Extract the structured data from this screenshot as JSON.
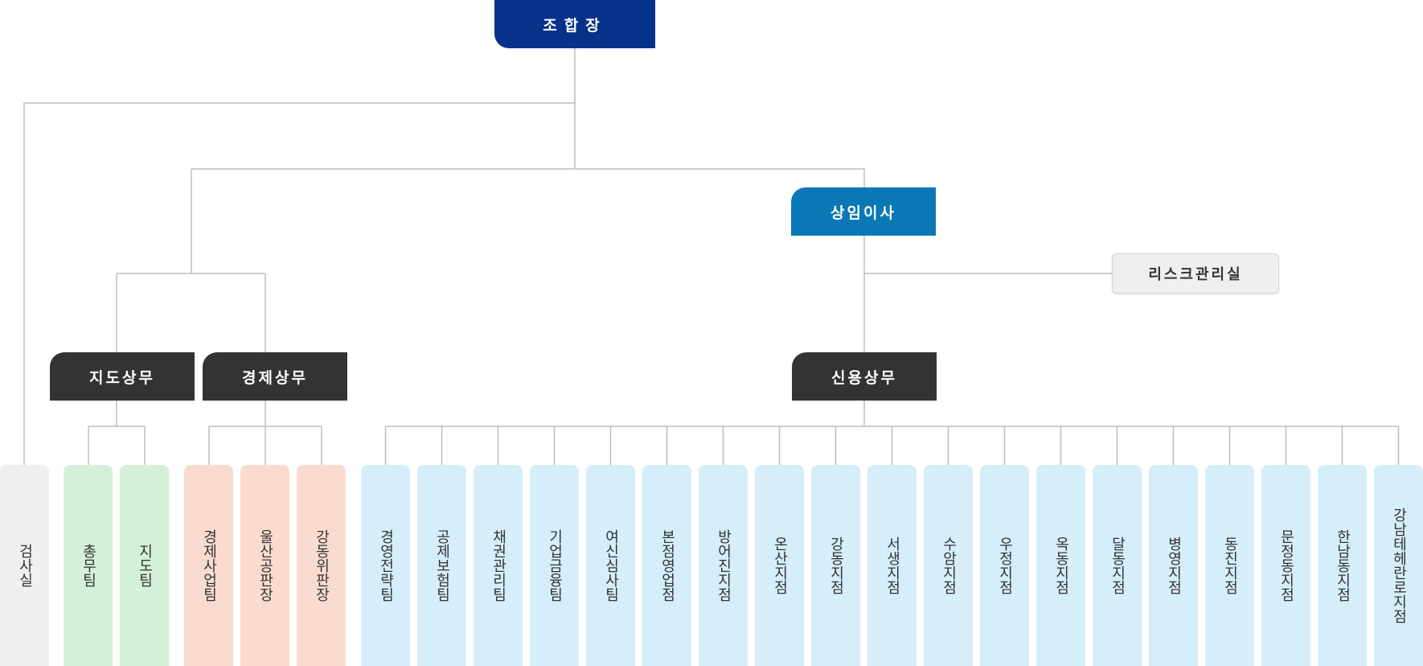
{
  "org": {
    "head": "조합장",
    "director": "상임이사",
    "risk": "리스크관리실",
    "div_guidance": "지도상무",
    "div_economy": "경제상무",
    "div_credit": "신용상무"
  },
  "units": {
    "audit": {
      "label": "검사실",
      "color": "gray"
    },
    "guidance": [
      {
        "label": "총무팀",
        "color": "green"
      },
      {
        "label": "지도팀",
        "color": "green"
      }
    ],
    "economy": [
      {
        "label": "경제사업팀",
        "color": "peach"
      },
      {
        "label": "울산공판장",
        "color": "peach"
      },
      {
        "label": "강동위판장",
        "color": "peach"
      }
    ],
    "credit": [
      {
        "label": "경영전략팀",
        "color": "blue"
      },
      {
        "label": "공제보험팀",
        "color": "blue"
      },
      {
        "label": "채권관리팀",
        "color": "blue"
      },
      {
        "label": "기업금융팀",
        "color": "blue"
      },
      {
        "label": "여신심사팀",
        "color": "blue"
      },
      {
        "label": "본점영업점",
        "color": "blue"
      },
      {
        "label": "방어진지점",
        "color": "blue"
      },
      {
        "label": "온산지점",
        "color": "blue"
      },
      {
        "label": "강동지점",
        "color": "blue"
      },
      {
        "label": "서생지점",
        "color": "blue"
      },
      {
        "label": "수암지점",
        "color": "blue"
      },
      {
        "label": "우정지점",
        "color": "blue"
      },
      {
        "label": "옥동지점",
        "color": "blue"
      },
      {
        "label": "달동지점",
        "color": "blue"
      },
      {
        "label": "병영지점",
        "color": "blue"
      },
      {
        "label": "동진지점",
        "color": "blue"
      },
      {
        "label": "문정동지점",
        "color": "blue"
      },
      {
        "label": "한남동지점",
        "color": "blue"
      },
      {
        "label": "강남테헤란로지점",
        "color": "blue"
      }
    ]
  },
  "colors": {
    "head": "#06328a",
    "director": "#0b78b6",
    "division": "#333333",
    "gray": "#efefef",
    "green": "#d4f0d9",
    "peach": "#f9dccf",
    "blue": "#d5eef9",
    "line": "#bdbdbd"
  }
}
